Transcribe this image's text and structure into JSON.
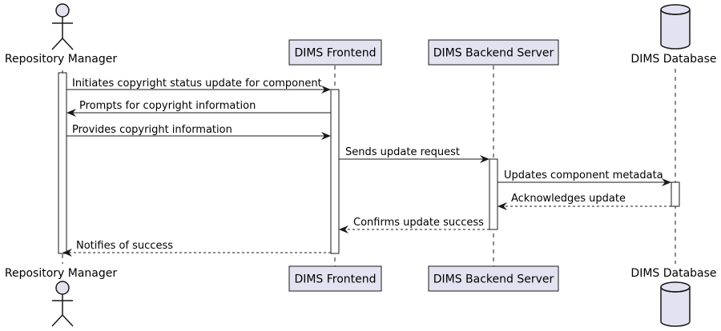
{
  "diagram": {
    "type": "sequence",
    "participants": [
      {
        "id": "rm",
        "label": "Repository Manager",
        "kind": "actor"
      },
      {
        "id": "fe",
        "label": "DIMS Frontend",
        "kind": "participant"
      },
      {
        "id": "be",
        "label": "DIMS Backend Server",
        "kind": "participant"
      },
      {
        "id": "db",
        "label": "DIMS Database",
        "kind": "database"
      }
    ],
    "messages": [
      {
        "from": "rm",
        "to": "fe",
        "label": "Initiates copyright status update for component",
        "style": "solid"
      },
      {
        "from": "fe",
        "to": "rm",
        "label": "Prompts for copyright information",
        "style": "solid"
      },
      {
        "from": "rm",
        "to": "fe",
        "label": "Provides copyright information",
        "style": "solid"
      },
      {
        "from": "fe",
        "to": "be",
        "label": "Sends update request",
        "style": "solid"
      },
      {
        "from": "be",
        "to": "db",
        "label": "Updates component metadata",
        "style": "solid"
      },
      {
        "from": "db",
        "to": "be",
        "label": "Acknowledges update",
        "style": "dashed"
      },
      {
        "from": "be",
        "to": "fe",
        "label": "Confirms update success",
        "style": "dashed"
      },
      {
        "from": "fe",
        "to": "rm",
        "label": "Notifies of success",
        "style": "dashed"
      }
    ],
    "colors": {
      "participant_fill": "#e2e2f0",
      "participant_border": "#181818",
      "activation_fill": "#ffffff",
      "line": "#181818",
      "lifeline": "#181818"
    }
  }
}
